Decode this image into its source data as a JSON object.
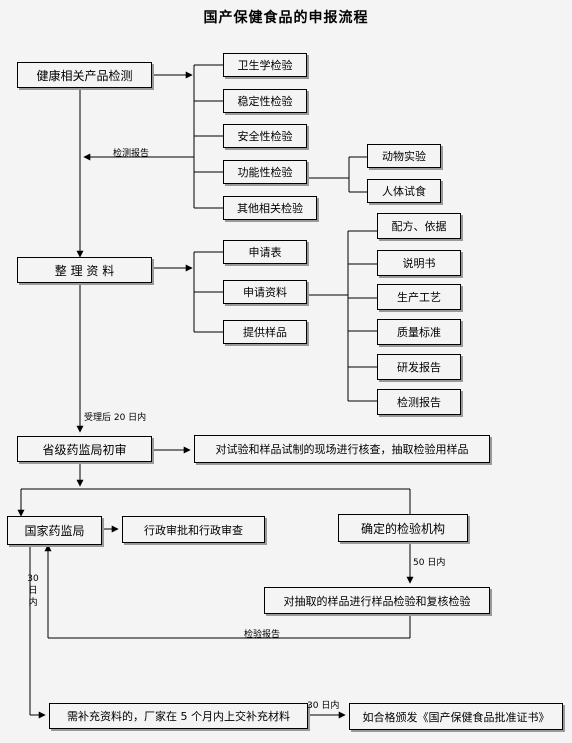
{
  "title": "国产保健食品的申报流程",
  "boxes": {
    "test": "健康相关产品检测",
    "hygiene": "卫生学检验",
    "stability": "稳定性检验",
    "safety": "安全性检验",
    "function": "功能性检验",
    "other": "其他相关检验",
    "animal": "动物实验",
    "human": "人体试食",
    "organize": "整 理 资 料",
    "form": "申请表",
    "materials": "申请资料",
    "samples": "提供样品",
    "formula": "配方、依据",
    "manual": "说明书",
    "process": "生产工艺",
    "quality": "质量标准",
    "rd_report": "研发报告",
    "test_report": "检测报告",
    "provincial": "省级药监局初审",
    "inspect": "对试验和样品试制的现场进行核查，抽取检验用样品",
    "sfda": "国家药监局",
    "approval": "行政审批和行政审查",
    "institution": "确定的检验机构",
    "sample_test": "对抽取的样品进行样品检验和复核检验",
    "supplement": "需补充资料的，厂家在 5 个月内上交补充材料",
    "certificate": "如合格颁发《国产保健食品批准证书》"
  },
  "labels": {
    "test_report_1": "检测报告",
    "accept_20": "受理后 20 日内",
    "days_50": "50 日内",
    "test_report_2": "检验报告",
    "days_30_v": [
      "30",
      "日",
      "内"
    ],
    "days_30_h": "30 日内"
  }
}
